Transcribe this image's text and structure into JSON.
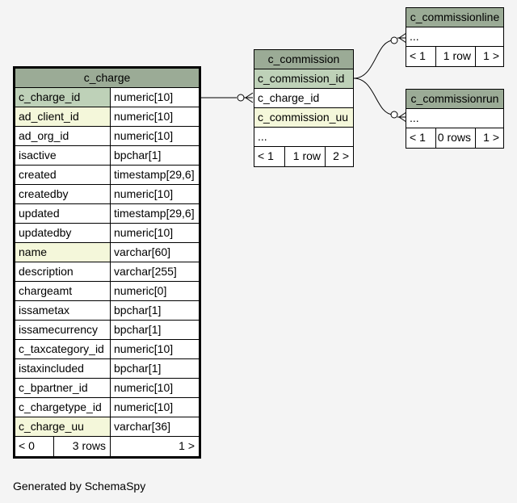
{
  "tables": {
    "c_charge": {
      "title": "c_charge",
      "columns": [
        {
          "name": "c_charge_id",
          "type": "numeric[10]",
          "kind": "pk"
        },
        {
          "name": "ad_client_id",
          "type": "numeric[10]",
          "kind": "idx"
        },
        {
          "name": "ad_org_id",
          "type": "numeric[10]",
          "kind": ""
        },
        {
          "name": "isactive",
          "type": "bpchar[1]",
          "kind": ""
        },
        {
          "name": "created",
          "type": "timestamp[29,6]",
          "kind": ""
        },
        {
          "name": "createdby",
          "type": "numeric[10]",
          "kind": ""
        },
        {
          "name": "updated",
          "type": "timestamp[29,6]",
          "kind": ""
        },
        {
          "name": "updatedby",
          "type": "numeric[10]",
          "kind": ""
        },
        {
          "name": "name",
          "type": "varchar[60]",
          "kind": "idx"
        },
        {
          "name": "description",
          "type": "varchar[255]",
          "kind": ""
        },
        {
          "name": "chargeamt",
          "type": "numeric[0]",
          "kind": ""
        },
        {
          "name": "issametax",
          "type": "bpchar[1]",
          "kind": ""
        },
        {
          "name": "issamecurrency",
          "type": "bpchar[1]",
          "kind": ""
        },
        {
          "name": "c_taxcategory_id",
          "type": "numeric[10]",
          "kind": ""
        },
        {
          "name": "istaxincluded",
          "type": "bpchar[1]",
          "kind": ""
        },
        {
          "name": "c_bpartner_id",
          "type": "numeric[10]",
          "kind": ""
        },
        {
          "name": "c_chargetype_id",
          "type": "numeric[10]",
          "kind": ""
        },
        {
          "name": "c_charge_uu",
          "type": "varchar[36]",
          "kind": "idx"
        }
      ],
      "footer": {
        "parents": "< 0",
        "rows": "3 rows",
        "children": "1 >"
      }
    },
    "c_commission": {
      "title": "c_commission",
      "columns": [
        {
          "name": "c_commission_id",
          "kind": "pk"
        },
        {
          "name": "c_charge_id",
          "kind": ""
        },
        {
          "name": "c_commission_uu",
          "kind": "idx"
        },
        {
          "name": "...",
          "kind": ""
        }
      ],
      "footer": {
        "parents": "< 1",
        "rows": "1 row",
        "children": "2 >"
      }
    },
    "c_commissionline": {
      "title": "c_commissionline",
      "columns": [
        {
          "name": "...",
          "kind": ""
        }
      ],
      "footer": {
        "parents": "< 1",
        "rows": "1 row",
        "children": "1 >"
      }
    },
    "c_commissionrun": {
      "title": "c_commissionrun",
      "columns": [
        {
          "name": "...",
          "kind": ""
        }
      ],
      "footer": {
        "parents": "< 1",
        "rows": "0 rows",
        "children": "1 >"
      }
    }
  },
  "footer_text": "Generated by SchemaSpy",
  "colors": {
    "header": "#9bab96",
    "primary_key": "#bed1b8",
    "indexed": "#f4f7da",
    "background": "#f4f4f4"
  }
}
